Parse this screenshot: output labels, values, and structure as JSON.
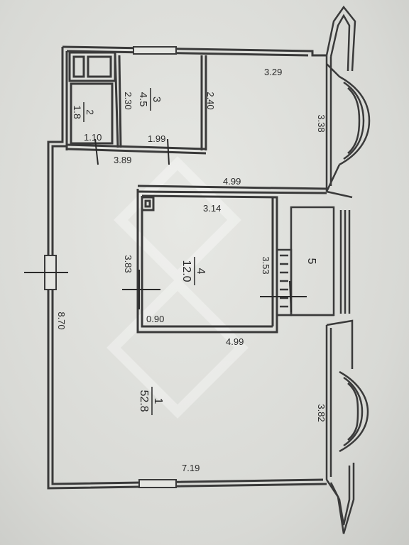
{
  "plan": {
    "rooms": [
      {
        "id": "1",
        "number": "1",
        "area": "52.8"
      },
      {
        "id": "2",
        "number": "2",
        "area": "1.8"
      },
      {
        "id": "3",
        "number": "3",
        "area": "4.5"
      },
      {
        "id": "4",
        "number": "4",
        "area": "12.0"
      },
      {
        "id": "5",
        "number": "5"
      }
    ],
    "dimensions": {
      "d_329": "3.29",
      "d_338": "3.38",
      "d_230": "2.30",
      "d_240": "2.40",
      "d_110": "1.10",
      "d_199": "1.99",
      "d_389": "3.89",
      "d_499_top": "4.99",
      "d_314": "3.14",
      "d_383": "3.83",
      "d_353": "3.53",
      "d_090": "0.90",
      "d_499_bottom": "4.99",
      "d_870": "8.70",
      "d_382": "3.82",
      "d_719": "7.19"
    },
    "colors": {
      "wall": "#3a3a3a",
      "text": "#2a2a2a",
      "paper": "#e4e5e1"
    }
  }
}
